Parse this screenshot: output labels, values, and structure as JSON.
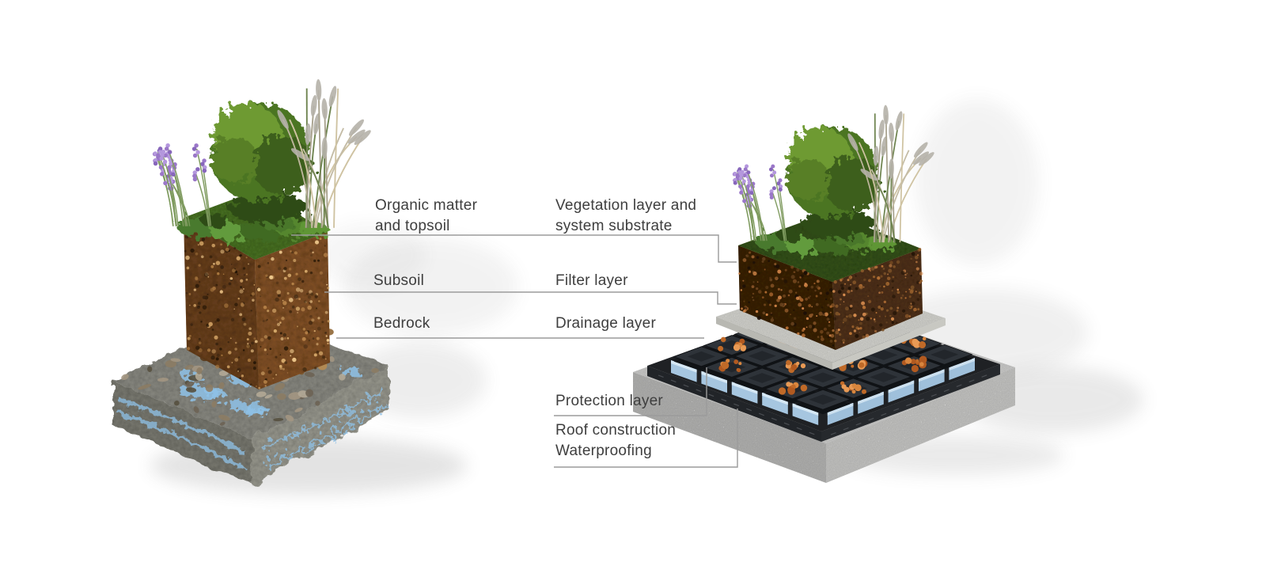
{
  "figure": {
    "left_illustration": "natural-ground-cross-section",
    "right_illustration": "green-roof-cross-section"
  },
  "labels": {
    "natural_soil": [
      {
        "id": "organic",
        "lines": [
          "Organic matter",
          "and topsoil"
        ]
      },
      {
        "id": "subsoil",
        "lines": [
          "Subsoil"
        ]
      },
      {
        "id": "bedrock",
        "lines": [
          "Bedrock"
        ]
      }
    ],
    "green_roof": [
      {
        "id": "vegetation",
        "lines": [
          "Vegetation layer and",
          "system substrate"
        ]
      },
      {
        "id": "filter",
        "lines": [
          "Filter layer"
        ]
      },
      {
        "id": "drainage",
        "lines": [
          "Drainage layer"
        ]
      },
      {
        "id": "protection",
        "lines": [
          "Protection layer"
        ]
      },
      {
        "id": "roof-construction",
        "lines": [
          "Roof construction",
          "Waterproofing"
        ]
      }
    ]
  },
  "palette": {
    "background": "#ffffff",
    "label_text": "#3e3e3e",
    "leader_line": "#9b9b9b",
    "topsoil_brown": "#7a4e26",
    "substrate_brown": "#42290f",
    "grass_green": "#5e9636",
    "lavender_purple": "#9a77c8",
    "water_blue": "#8fc2e8",
    "drainage_black": "#2e3339",
    "gravel_orange": "#d9863e",
    "concrete_grey": "#cccccb",
    "membrane_black": "#1f2124",
    "filter_grey": "#d4d4cf",
    "bedrock_grey": "#8e8e86"
  }
}
